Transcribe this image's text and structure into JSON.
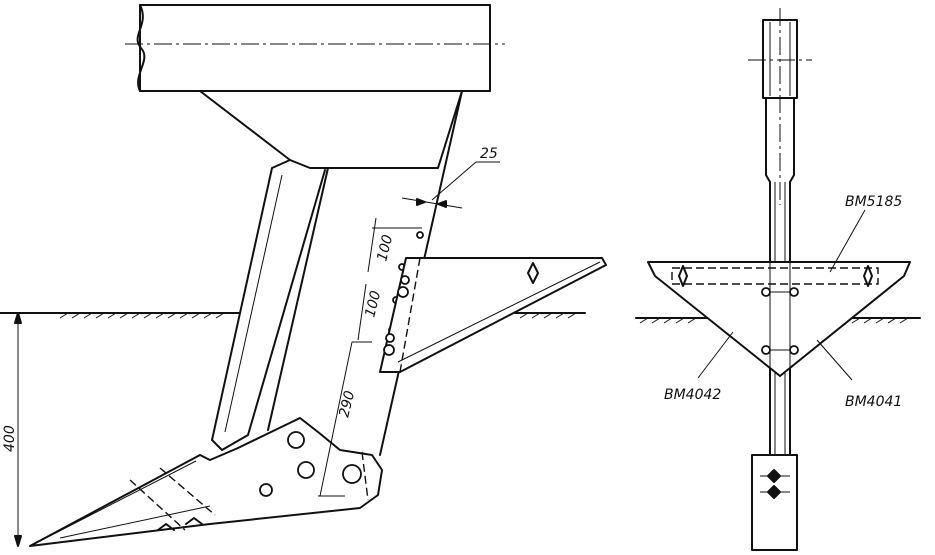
{
  "left_view": {
    "dimensions": {
      "gap": "25",
      "spacing_upper": "100",
      "spacing_lower": "100",
      "depth_to_pivot": "290",
      "working_depth": "400"
    }
  },
  "right_view": {
    "parts": {
      "crossbar": "ВМ5185",
      "left_wing": "ВМ4042",
      "right_wing": "ВМ4041"
    }
  }
}
